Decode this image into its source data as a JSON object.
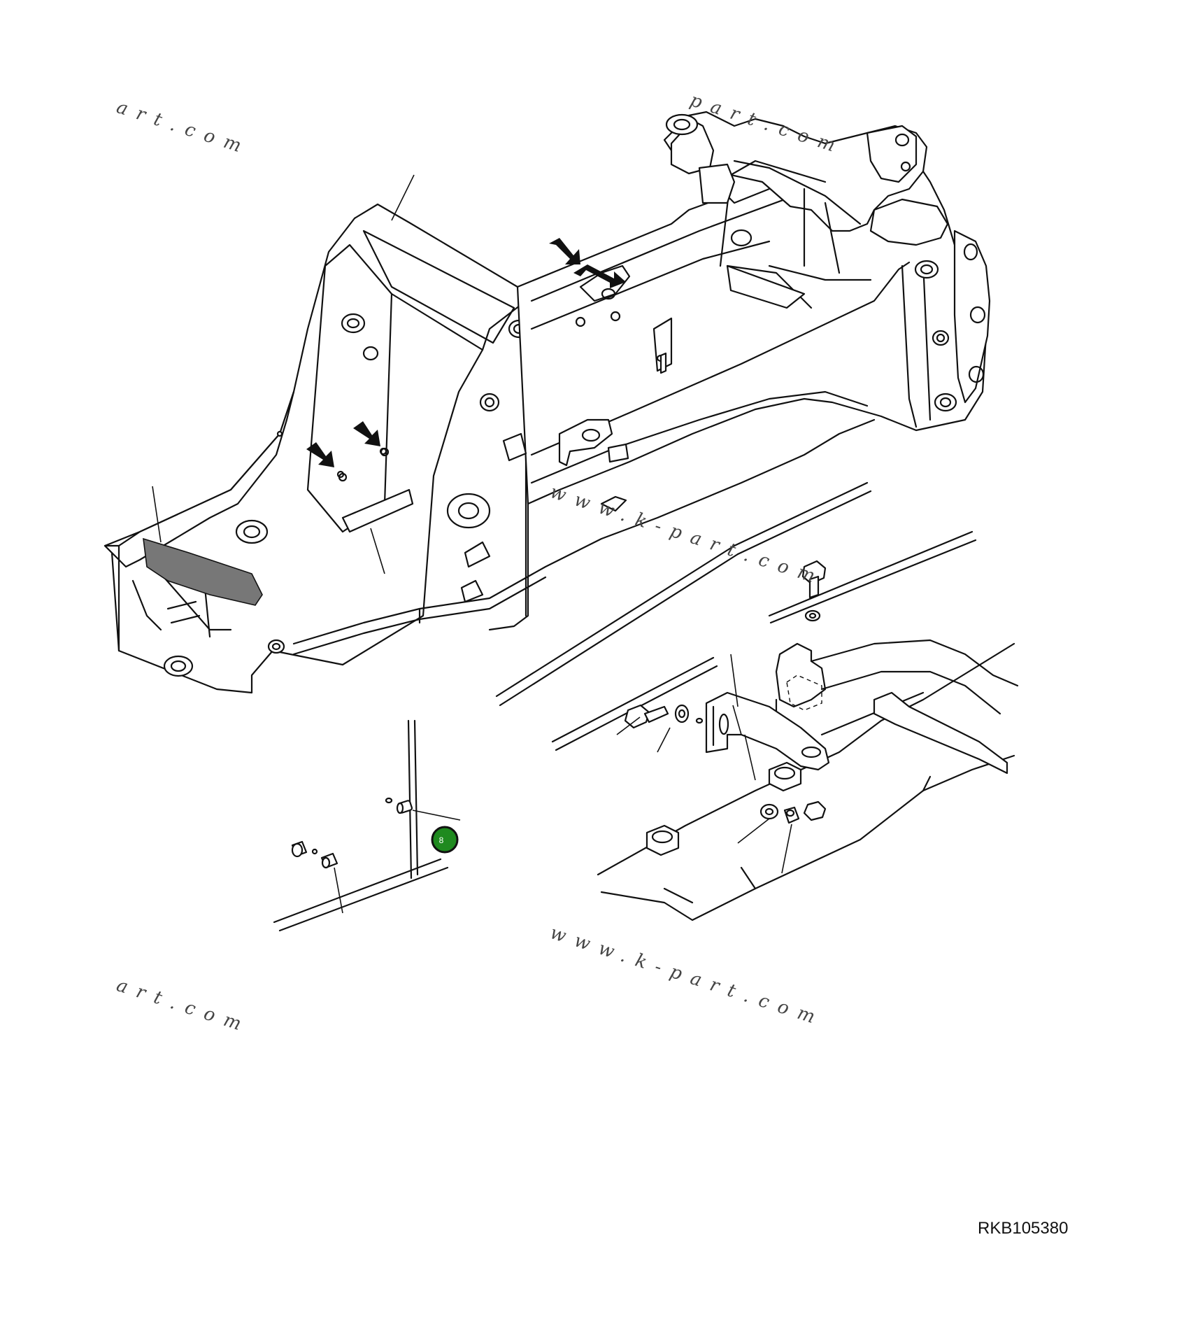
{
  "drawing": {
    "reference_code": "RKB105380",
    "callout_badge_label": "8",
    "badge_color": "#1f8a1f",
    "line_color": "#111111",
    "background_color": "#ffffff",
    "watermarks": [
      "art.com",
      "part.com",
      "www.k-part.com",
      "art.com",
      "www.k-part.com"
    ]
  }
}
